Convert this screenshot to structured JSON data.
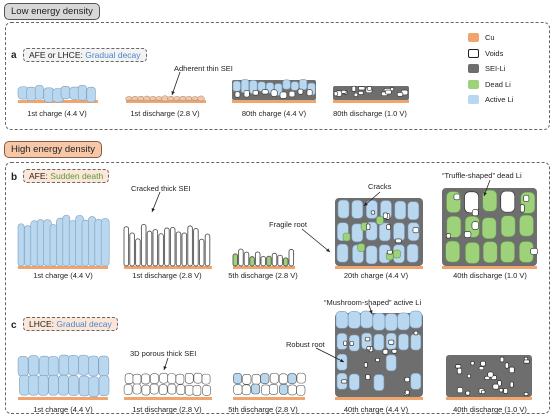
{
  "low": {
    "header": "Low energy density",
    "panel_letter": "a",
    "tag_prefix": "AFE or LHCE:",
    "tag_status": "Gradual decay",
    "note": "Adherent thin SEI",
    "captions": [
      "1st  charge (4.4 V)",
      "1st discharge (2.8 V)",
      "80th  charge (4.4 V)",
      "80th discharge (1.0 V)"
    ]
  },
  "high": {
    "header": "High energy density"
  },
  "panel_b": {
    "letter": "b",
    "tag_prefix": "AFE:",
    "tag_status": "Sudden death",
    "notes": {
      "cracked": "Cracked thick SEI",
      "fragile": "Fragile root",
      "cracks": "Cracks",
      "truffle": "“Truffle-shaped” dead Li"
    },
    "captions": [
      "1st  charge (4.4 V)",
      "1st discharge (2.8 V)",
      "5th discharge (2.8 V)",
      "20th charge (4.4 V)",
      "40th discharge (1.0 V)"
    ]
  },
  "panel_c": {
    "letter": "c",
    "tag_prefix": "LHCE:",
    "tag_status": "Gradual decay",
    "notes": {
      "porous": "3D porous thick SEI",
      "robust": "Robust root",
      "mushroom": "“Mushroom-shaped” active Li"
    },
    "captions": [
      "1st charge (4.4 V)",
      "1st discharge (2.8 V)",
      "5th discharge (2.8 V)",
      "40th charge (4.4 V)",
      "40th discharge (1.0 V)"
    ]
  },
  "legend": [
    {
      "label": "Cu",
      "color": "#f0a46e",
      "outline": false
    },
    {
      "label": "Voids",
      "color": "#ffffff",
      "outline": true
    },
    {
      "label": "SEI-Li",
      "color": "#6e6e6e",
      "outline": false
    },
    {
      "label": "Dead Li",
      "color": "#9ed27a",
      "outline": false
    },
    {
      "label": "Active Li",
      "color": "#b9d7ef",
      "outline": false
    }
  ],
  "colors": {
    "cu": "#f0a46e",
    "active_li": "#b9d7ef",
    "active_li_stroke": "#7f9fbf",
    "sei_li": "#6e6e6e",
    "dead_li": "#9ed27a",
    "void": "#ffffff"
  }
}
